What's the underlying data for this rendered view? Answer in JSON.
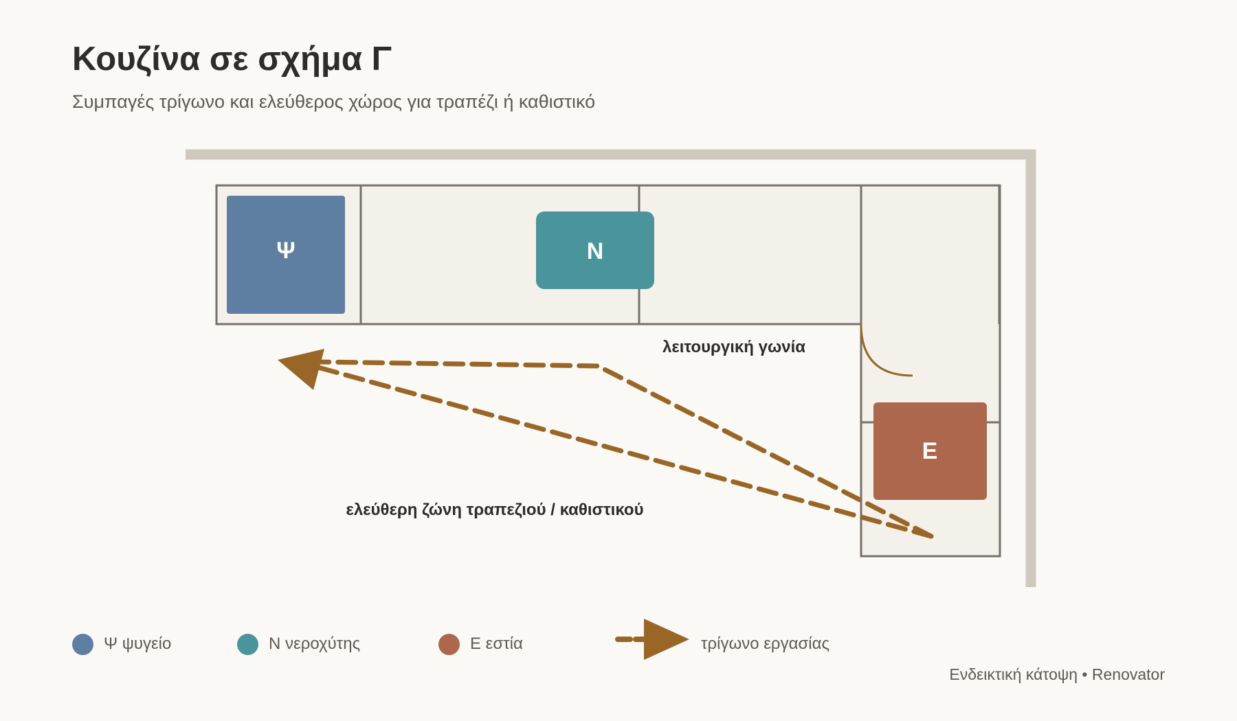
{
  "header": {
    "title": "Κουζίνα σε σχήμα Γ",
    "subtitle": "Συμπαγές τρίγωνο και ελεύθερος χώρος για τραπέζι ή καθιστικό"
  },
  "plan": {
    "fixtures": {
      "fridge": {
        "letter": "Ψ",
        "color": "#5e7fa2"
      },
      "sink": {
        "letter": "Ν",
        "color": "#4a949b"
      },
      "stove": {
        "letter": "Ε",
        "color": "#ac674c"
      }
    },
    "labels": {
      "corner": "λειτουργική γωνία",
      "free_zone": "ελεύθερη ζώνη τραπεζιού / καθιστικού"
    },
    "colors": {
      "wall": "#cfc9bd",
      "counter_fill": "#f4f1eb",
      "counter_stroke": "#76716a",
      "triangle": "#9a6627"
    }
  },
  "legend": {
    "fridge": "Ψ ψυγείο",
    "sink": "Ν νεροχύτης",
    "stove": "Ε εστία",
    "triangle": "τρίγωνο εργασίας"
  },
  "footer": "Ενδεικτική κάτοψη • Renovator"
}
